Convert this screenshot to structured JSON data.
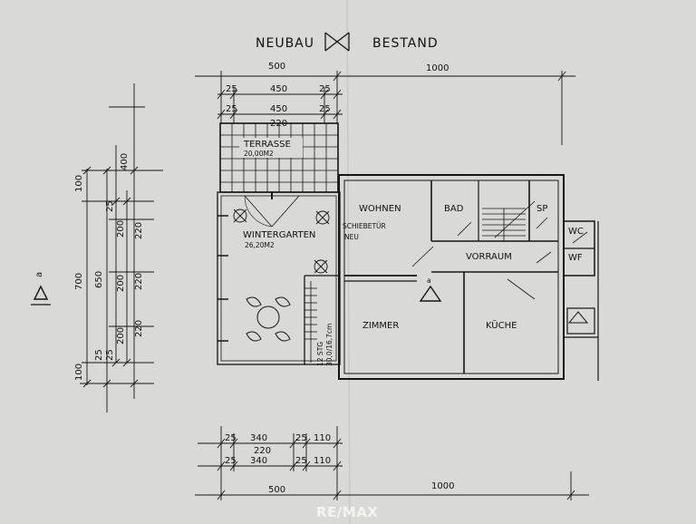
{
  "legend": {
    "left_label": "NEUBAU",
    "right_label": "BESTAND"
  },
  "dimensions_top": {
    "neubau_width": "500",
    "bestand_width": "1000",
    "segments_row1": [
      "25",
      "450",
      "25"
    ],
    "segments_row2": [
      "25",
      "450",
      "25"
    ],
    "terrace_inner": "220"
  },
  "dimensions_bottom": {
    "segments_row1": [
      "25",
      "340",
      "25",
      "110"
    ],
    "inner": "220",
    "segments_row2": [
      "25",
      "340",
      "25",
      "110"
    ],
    "neubau_width": "500",
    "bestand_width": "1000"
  },
  "dimensions_left": {
    "outer_top": "400",
    "section_mark": "a",
    "total": "700",
    "sub_total": "650",
    "col_a": [
      "100",
      "25",
      "100"
    ],
    "col_b": [
      "25",
      "200",
      "200",
      "200",
      "25"
    ],
    "col_c": [
      "220",
      "220",
      "220"
    ]
  },
  "rooms": {
    "terrasse": "TERRASSE",
    "terrasse_area": "20,00M2",
    "wintergarten": "WINTERGARTEN",
    "wintergarten_area": "26,20M2",
    "schiebetuer": "SCHIEBETÜR",
    "schiebetuer_sub": "NEU",
    "wohnen": "WOHNEN",
    "bad": "BAD",
    "sp": "SP",
    "wc": "WC",
    "wf": "WF",
    "vorraum": "VORRAUM",
    "zimmer": "ZIMMER",
    "kueche": "KÜCHE",
    "stair_label": "12 STG",
    "stair_dims": "30,0/16,7cm",
    "section_mark": "a"
  },
  "logo": "RE/MAX",
  "colors": {
    "paper": "#d9d9d6",
    "ink": "#151515"
  }
}
